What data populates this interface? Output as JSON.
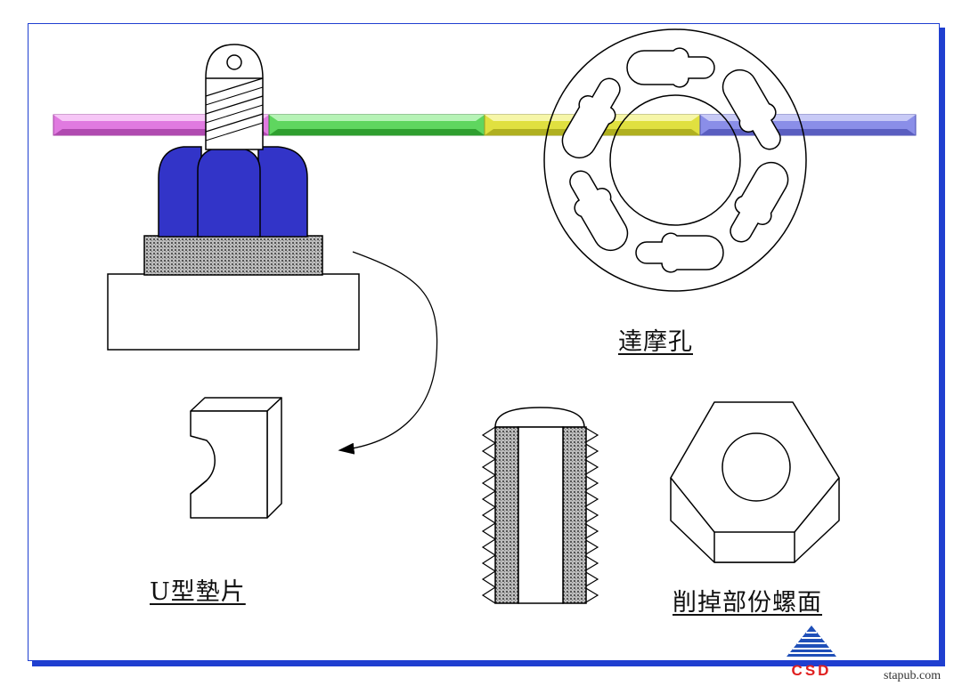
{
  "captions": {
    "dowel_hole": "達摩孔",
    "u_washer": "U型墊片",
    "cut_thread": "削掉部份螺面"
  },
  "logo": {
    "text": "CSD"
  },
  "watermark": "stapub.com",
  "colors": {
    "frame": "#1f3fd0",
    "bar_pink": "#e07ae0",
    "bar_green": "#5fd65f",
    "bar_yellow": "#e0e040",
    "bar_blue": "#8a8ee8",
    "nut_blue": "#3234c8",
    "logo_red": "#e02020",
    "logo_blue": "#1f4fb8"
  }
}
